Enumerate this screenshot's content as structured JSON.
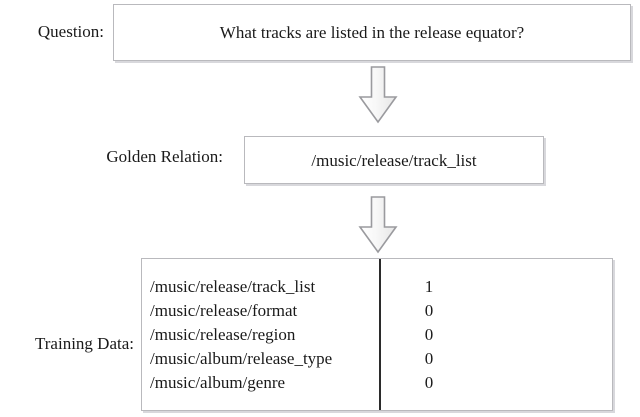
{
  "diagram": {
    "rows": [
      {
        "label": "Question:"
      },
      {
        "label": "Golden Relation:"
      },
      {
        "label": "Training Data:"
      }
    ],
    "question": {
      "label": "Question:",
      "text": "What tracks are listed in the release equator?"
    },
    "golden_relation": {
      "label": "Golden Relation:",
      "text": "/music/release/track_list"
    },
    "training_data": {
      "label": "Training Data:",
      "rows": [
        {
          "relation": "/music/release/track_list",
          "value": "1"
        },
        {
          "relation": "/music/release/format",
          "value": "0"
        },
        {
          "relation": "/music/release/region",
          "value": "0"
        },
        {
          "relation": "/music/album/release_type",
          "value": "0"
        },
        {
          "relation": "/music/album/genre",
          "value": "0"
        }
      ]
    },
    "arrows": [
      {
        "name": "arrow-question-to-golden",
        "direction": "down"
      },
      {
        "name": "arrow-golden-to-training",
        "direction": "down"
      }
    ],
    "colors": {
      "box_border": "#b9b9bd",
      "box_shadow": "#d8d8dc",
      "divider": "#2b2b2b",
      "arrow_stroke": "#9a9a9e",
      "arrow_fill": "#f4f4f4",
      "text": "#1a1a1a",
      "background": "#ffffff"
    }
  }
}
